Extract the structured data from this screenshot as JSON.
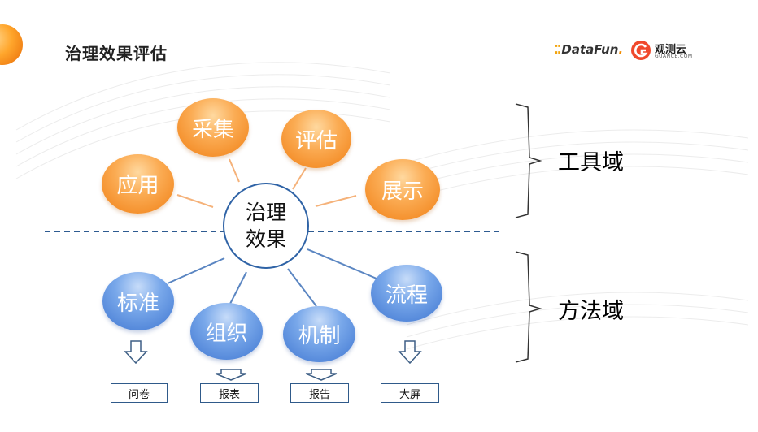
{
  "header": {
    "title": "治理效果评估",
    "logo_datafun": {
      "main": "DataFun",
      "dots": "⁚⁚",
      "period": "."
    },
    "logo_guance": {
      "cn": "观测云",
      "en": "GUANCE.COM"
    }
  },
  "diagram": {
    "center": {
      "line1": "治理",
      "line2": "效果"
    },
    "tool_nodes": [
      "采集",
      "评估",
      "应用",
      "展示"
    ],
    "method_nodes": [
      "标准",
      "组织",
      "机制",
      "流程"
    ],
    "outputs": [
      "问卷",
      "报表",
      "报告",
      "大屏"
    ],
    "domains": {
      "tool": "工具域",
      "method": "方法域"
    }
  },
  "colors": {
    "orange": "#f39a3c",
    "blue": "#5b8fe0",
    "center_border": "#2f63a6",
    "divider": "#2e5b91"
  }
}
